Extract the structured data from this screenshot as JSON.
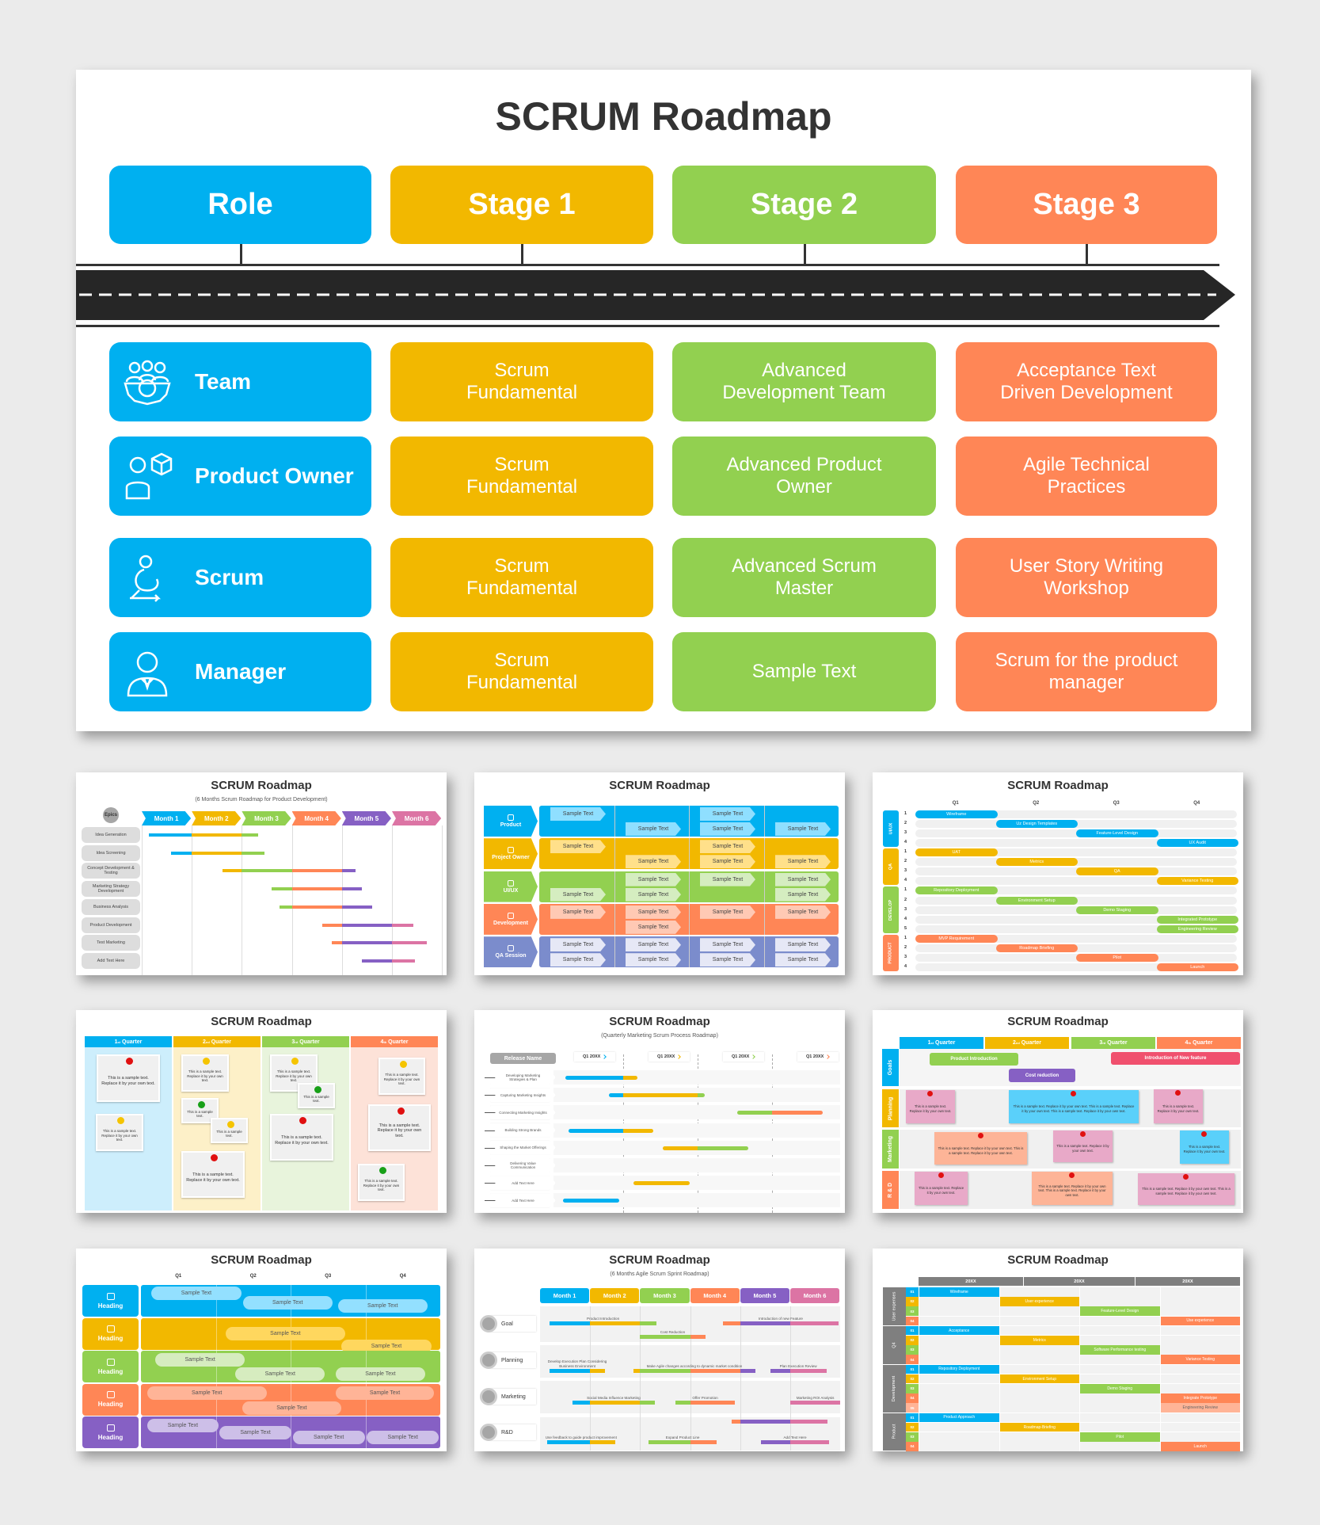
{
  "colors": {
    "blue": "#00b0f0",
    "yellow": "#f2b800",
    "green": "#92d050",
    "orange": "#ff8656",
    "purple": "#8660c4",
    "pink": "#dc74a4",
    "qa": "#7b8ccc",
    "red": "#f0506e",
    "road": "#262626"
  },
  "main": {
    "title": "SCRUM Roadmap",
    "headers": [
      {
        "label": "Role",
        "color": "#00b0f0"
      },
      {
        "label": "Stage 1",
        "color": "#f2b800"
      },
      {
        "label": "Stage 2",
        "color": "#92d050"
      },
      {
        "label": "Stage 3",
        "color": "#ff8656"
      }
    ],
    "rows": [
      {
        "role": "Team",
        "icon": "team-gear-icon",
        "stages": [
          "Scrum\nFundamental",
          "Advanced\nDevelopment Team",
          "Acceptance  Text\nDriven Development"
        ]
      },
      {
        "role": "Product Owner",
        "icon": "product-owner-icon",
        "stages": [
          "Scrum\nFundamental",
          "Advanced Product\nOwner",
          "Agile Technical\nPractices"
        ]
      },
      {
        "role": "Scrum",
        "icon": "scrum-cycle-icon",
        "stages": [
          "Scrum\nFundamental",
          "Advanced Scrum\nMaster",
          "User Story Writing\nWorkshop"
        ]
      },
      {
        "role": "Manager",
        "icon": "manager-icon",
        "stages": [
          "Scrum\nFundamental",
          "Sample Text",
          "Scrum for the product\nmanager"
        ]
      }
    ]
  },
  "thumbs": [
    {
      "title": "SCRUM Roadmap",
      "subtitle": "(6 Months Scrum Roadmap for Product Development)",
      "corner": "Epics",
      "months": [
        "Month 1",
        "Month 2",
        "Month 3",
        "Month 4",
        "Month 5",
        "Month 6"
      ],
      "epics": [
        {
          "label": "Idea Generation",
          "start": 0.14,
          "end": 2.33
        },
        {
          "label": "Idea Screening",
          "start": 0.59,
          "end": 2.46
        },
        {
          "label": "Concept Development & Testing",
          "start": 1.62,
          "end": 4.27
        },
        {
          "label": "Marketing Strategy Development",
          "start": 2.6,
          "end": 4.4
        },
        {
          "label": "Business Analysis",
          "start": 2.76,
          "end": 4.6
        },
        {
          "label": "Product Development",
          "start": 3.6,
          "end": 5.42
        },
        {
          "label": "Test Marketing",
          "start": 3.8,
          "end": 5.7
        },
        {
          "label": "Add Text Here",
          "start": 4.4,
          "end": 5.46
        }
      ]
    },
    {
      "title": "SCRUM Roadmap",
      "item": "Sample Text",
      "rows": [
        {
          "label": "Product",
          "icon": "product-icon",
          "color": "#00b0f0",
          "chip": "#8fdfff"
        },
        {
          "label": "Project Owner",
          "icon": "project-owner-icon",
          "color": "#f2b800",
          "chip": "#ffe08a"
        },
        {
          "label": "UI/UX",
          "icon": "ui-ux-icon",
          "color": "#92d050",
          "chip": "#d5edc0"
        },
        {
          "label": "Development",
          "icon": "development-icon",
          "color": "#ff8656",
          "chip": "#ffc9b4"
        },
        {
          "label": "QA Session",
          "icon": "qa-icon",
          "color": "#7b8ccc",
          "chip": "#e6e8f6"
        }
      ]
    },
    {
      "title": "SCRUM Roadmap",
      "quarters": [
        "Q1",
        "Q2",
        "Q3",
        "Q4"
      ],
      "groups": [
        {
          "label": "UI/UX",
          "color": "#00b0f0",
          "items": [
            {
              "n": "1",
              "label": "Wireframe",
              "q": 1
            },
            {
              "n": "2",
              "label": "Uz Design Templates",
              "q": 2
            },
            {
              "n": "3",
              "label": "Feature-Level Design",
              "q": 3
            },
            {
              "n": "4",
              "label": "UX Audit",
              "q": 4
            }
          ]
        },
        {
          "label": "QA",
          "color": "#f2b800",
          "items": [
            {
              "n": "1",
              "label": "UAT",
              "q": 1
            },
            {
              "n": "2",
              "label": "Metrics",
              "q": 2
            },
            {
              "n": "3",
              "label": "QA",
              "q": 3
            },
            {
              "n": "4",
              "label": "Variance Testing",
              "q": 4
            }
          ]
        },
        {
          "label": "DEVELOP",
          "color": "#92d050",
          "items": [
            {
              "n": "1",
              "label": "Repository Deployment",
              "q": 1
            },
            {
              "n": "2",
              "label": "Environment Setup",
              "q": 2
            },
            {
              "n": "3",
              "label": "Demo Staging",
              "q": 3
            },
            {
              "n": "4",
              "label": "Integrated Prototype",
              "q": 4
            },
            {
              "n": "5",
              "label": "Engineering Review",
              "q": 4
            }
          ]
        },
        {
          "label": "PRODUCT",
          "color": "#ff8656",
          "items": [
            {
              "n": "1",
              "label": "MVP Requirement",
              "q": 1
            },
            {
              "n": "2",
              "label": "Roadmap Briefing",
              "q": 2
            },
            {
              "n": "3",
              "label": "Pilot",
              "q": 3
            },
            {
              "n": "4",
              "label": "Launch",
              "q": 4
            }
          ]
        }
      ]
    },
    {
      "title": "SCRUM Roadmap",
      "quarters": [
        {
          "num": "1",
          "sup": "st",
          "label": " Quarter",
          "color": "#00b0f0",
          "bg": "#cdeefc"
        },
        {
          "num": "2",
          "sup": "nd",
          "label": " Quarter",
          "color": "#f2b800",
          "bg": "#fdf0c8"
        },
        {
          "num": "3",
          "sup": "rd",
          "label": " Quarter",
          "color": "#92d050",
          "bg": "#e8f4dc"
        },
        {
          "num": "4",
          "sup": "th",
          "label": " Quarter",
          "color": "#ff8656",
          "bg": "#fde2d8"
        }
      ],
      "notes": [
        {
          "q": 1,
          "pin": "red",
          "text": "This is a sample text. Replace it by your own text."
        },
        {
          "q": 1,
          "pin": "yellow",
          "text": "This is a sample text. Replace it by your own text."
        },
        {
          "q": 2,
          "pin": "yellow",
          "text": "This is a sample text. Replace it by your own text."
        },
        {
          "q": 2,
          "pin": "green",
          "text": "This is a sample text."
        },
        {
          "q": 2,
          "pin": "yellow",
          "text": "This is a sample text."
        },
        {
          "q": 2,
          "pin": "red",
          "text": "This is a sample text. Replace it by your own text."
        },
        {
          "q": 3,
          "pin": "yellow",
          "text": "This is a sample text. Replace it by your own text."
        },
        {
          "q": 3,
          "pin": "green",
          "text": "This is a sample text."
        },
        {
          "q": 3,
          "pin": "red",
          "text": "This is a sample text. Replace it by your own text."
        },
        {
          "q": 4,
          "pin": "yellow",
          "text": "This is a sample text. Replace it by your own text."
        },
        {
          "q": 4,
          "pin": "red",
          "text": "This is a sample text. Replace it by your own text."
        },
        {
          "q": 4,
          "pin": "green",
          "text": "This is a sample text. Replace it by your own text."
        }
      ]
    },
    {
      "title": "SCRUM Roadmap",
      "subtitle": "(Quarterly Marketing Scrum Process Roadmap)",
      "header": "Release Name",
      "quarters": [
        {
          "label": "Q1 20XX",
          "color": "#00b0f0"
        },
        {
          "label": "Q1 20XX",
          "color": "#f2b800"
        },
        {
          "label": "Q1 20XX",
          "color": "#92d050"
        },
        {
          "label": "Q1 20XX",
          "color": "#ff8656"
        }
      ],
      "releases": [
        {
          "label": "Developing Marketing Strategies & Plan",
          "start": 0.23,
          "end": 1.2
        },
        {
          "label": "Capturing Marketing Insights",
          "start": 0.81,
          "end": 2.1
        },
        {
          "label": "Connecting Marketing Insights",
          "start": 2.53,
          "end": 3.68
        },
        {
          "label": "Building Strong Brands",
          "start": 0.27,
          "end": 1.41
        },
        {
          "label": "Shaping the Market Offerings",
          "start": 1.54,
          "end": 2.68
        },
        {
          "label": "Delivering Value Communication"
        },
        {
          "label": "Add Text Here",
          "start": 1.14,
          "end": 1.9
        },
        {
          "label": "Add Text Here",
          "start": 0.19,
          "end": 0.95
        }
      ]
    },
    {
      "title": "SCRUM Roadmap",
      "quarters": [
        {
          "num": "1",
          "sup": "st",
          "label": " Quarter",
          "color": "#00b0f0"
        },
        {
          "num": "2",
          "sup": "nd",
          "label": " Quarter",
          "color": "#f2b800"
        },
        {
          "num": "3",
          "sup": "rd",
          "label": " Quarter",
          "color": "#92d050"
        },
        {
          "num": "4",
          "sup": "th",
          "label": " Quarter",
          "color": "#ff8656"
        }
      ],
      "rows": [
        {
          "label": "Goals",
          "color": "#00b0f0"
        },
        {
          "label": "Planning",
          "color": "#f2b800"
        },
        {
          "label": "Marketing",
          "color": "#92d050"
        },
        {
          "label": "R & D",
          "color": "#ff8656"
        }
      ],
      "goals": [
        {
          "label": "Product Introduction",
          "color": "#92d050"
        },
        {
          "label": "Introduction of New feature",
          "color": "#f0506e"
        },
        {
          "label": "Cost reduction",
          "color": "#8660c4"
        }
      ],
      "notes": [
        {
          "color": "#e8a9c8",
          "text": "This is a sample text. Replace it by your own text."
        },
        {
          "color": "#5ad0fa",
          "text": "This is a sample text.  Replace it by your own text. This is a sample text.  Replace it by your own text. This is a sample text. Replace it by your own text."
        },
        {
          "color": "#e8a9c8",
          "text": "This is a sample text. Replace it by your own text."
        },
        {
          "color": "#fdb497",
          "text": "This is a sample text.  Replace it by your own text. This is a sample text.  Replace it by your own text."
        },
        {
          "color": "#e8a9c8",
          "text": "This is a sample text. Replace it by your own text."
        },
        {
          "color": "#5ad0fa",
          "text": "This is a sample text. Replace it by your own text."
        },
        {
          "color": "#e8a9c8",
          "text": "This is a sample text. Replace it by your own text."
        },
        {
          "color": "#fdb497",
          "text": "This is a sample text. Replace it by your own text. This is a sample text. Replace it by your own text."
        },
        {
          "color": "#e8a9c8",
          "text": "This is a sample text. Replace it by your own text. This is a sample text. Replace it by your own text."
        }
      ]
    },
    {
      "title": "SCRUM Roadmap",
      "quarters": [
        "Q1",
        "Q2",
        "Q3",
        "Q4"
      ],
      "item": "Sample Text",
      "rows": [
        {
          "label": "Heading",
          "icon": "rocket-icon",
          "color": "#00b0f0",
          "pill": "#93e0ff",
          "pills": [
            [
              0.14,
              1.34
            ],
            [
              1.36,
              2.56
            ],
            [
              2.63,
              3.83
            ]
          ]
        },
        {
          "label": "Heading",
          "icon": "board-icon",
          "color": "#f2b800",
          "pill": "#ffd75e",
          "pills": [
            [
              1.13,
              2.73
            ],
            [
              2.68,
              3.88
            ]
          ]
        },
        {
          "label": "Heading",
          "icon": "gear-icon",
          "color": "#92d050",
          "pill": "#d6ecbf",
          "pills": [
            [
              0.19,
              1.39
            ],
            [
              1.26,
              2.46
            ],
            [
              2.6,
              3.8
            ]
          ]
        },
        {
          "label": "Heading",
          "icon": "brain-icon",
          "color": "#ff8656",
          "pill": "#ffb497",
          "pills": [
            [
              0.08,
              1.68
            ],
            [
              2.6,
              3.92
            ],
            [
              1.35,
              2.68
            ]
          ]
        },
        {
          "label": "Heading",
          "icon": "browser-icon",
          "color": "#8660c4",
          "pill": "#cdbfe8",
          "pills": [
            [
              0.08,
              1.04
            ],
            [
              1.05,
              2.01
            ],
            [
              2.03,
              2.99
            ],
            [
              3.02,
              3.98
            ]
          ]
        }
      ]
    },
    {
      "title": "SCRUM Roadmap",
      "subtitle": "(6 Months Agile Scrum Sprint Roadmap)",
      "months": [
        "Month 1",
        "Month 2",
        "Month 3",
        "Month 4",
        "Month 5",
        "Month 6"
      ],
      "categories": [
        {
          "label": "Goal",
          "icon": "target-icon",
          "bars": [
            {
              "label": "Product Introduction",
              "start": 0.19,
              "end": 2.33
            },
            {
              "label": "Introduction of new Feature",
              "start": 3.66,
              "end": 5.96
            },
            {
              "label": "Cost Reduction",
              "start": 2.0,
              "end": 3.3
            }
          ]
        },
        {
          "label": "Planning",
          "icon": "checklist-icon",
          "bars": [
            {
              "label": "Develop Execution Plan Considering Business Environment",
              "start": 0.19,
              "end": 1.3
            },
            {
              "label": "Make Agile changes according to dynamic market condition",
              "start": 1.87,
              "end": 4.3
            },
            {
              "label": "Plan Execution Review",
              "start": 4.6,
              "end": 5.72
            }
          ]
        },
        {
          "label": "Marketing",
          "icon": "megaphone-icon",
          "bars": [
            {
              "label": "Social Media Influence Marketing",
              "start": 0.65,
              "end": 2.29
            },
            {
              "label": "Offer Promotion",
              "start": 2.7,
              "end": 3.9
            },
            {
              "label": "Marketing ROI Analysis",
              "start": 5.0,
              "end": 6.0
            }
          ]
        },
        {
          "label": "R&D",
          "icon": "research-gear-icon",
          "bars": [
            {
              "label": "",
              "start": 3.83,
              "end": 5.75
            },
            {
              "label": "Use feedback to guide product improvement",
              "start": 0.14,
              "end": 1.5
            },
            {
              "label": "Expand Product Line",
              "start": 2.17,
              "end": 3.53
            },
            {
              "label": "Add Text Here",
              "start": 4.42,
              "end": 5.77
            }
          ]
        }
      ]
    },
    {
      "title": "SCRUM Roadmap",
      "years": [
        "20XX",
        "20XX",
        "20XX"
      ],
      "groups": [
        {
          "label": "User expenses",
          "items": [
            {
              "n": "01",
              "label": "Wireframe",
              "col": 1
            },
            {
              "n": "02",
              "label": "User experience",
              "col": 2
            },
            {
              "n": "03",
              "label": "Feature-Level Design",
              "col": 3
            },
            {
              "n": "04",
              "label": "Use experience",
              "col": 4
            }
          ]
        },
        {
          "label": "Q4",
          "items": [
            {
              "n": "01",
              "label": "Acceptance",
              "col": 1
            },
            {
              "n": "02",
              "label": "Metrics",
              "col": 2
            },
            {
              "n": "03",
              "label": "Software Performance testing",
              "col": 3
            },
            {
              "n": "04",
              "label": "Variance Testing",
              "col": 4
            }
          ]
        },
        {
          "label": "Development",
          "items": [
            {
              "n": "01",
              "label": "Repository Deployment",
              "col": 1
            },
            {
              "n": "02",
              "label": "Environment Setup",
              "col": 2
            },
            {
              "n": "03",
              "label": "Demo Staging",
              "col": 3
            },
            {
              "n": "04",
              "label": "Integrate Prototype",
              "col": 4
            },
            {
              "n": "05",
              "label": "Engineering Review",
              "col": 4
            }
          ]
        },
        {
          "label": "Product",
          "items": [
            {
              "n": "01",
              "label": "Product Approach",
              "col": 1
            },
            {
              "n": "02",
              "label": "Roadmap-Briefing",
              "col": 2
            },
            {
              "n": "03",
              "label": "Pilot",
              "col": 3
            },
            {
              "n": "04",
              "label": "Launch",
              "col": 4
            }
          ]
        }
      ]
    }
  ]
}
